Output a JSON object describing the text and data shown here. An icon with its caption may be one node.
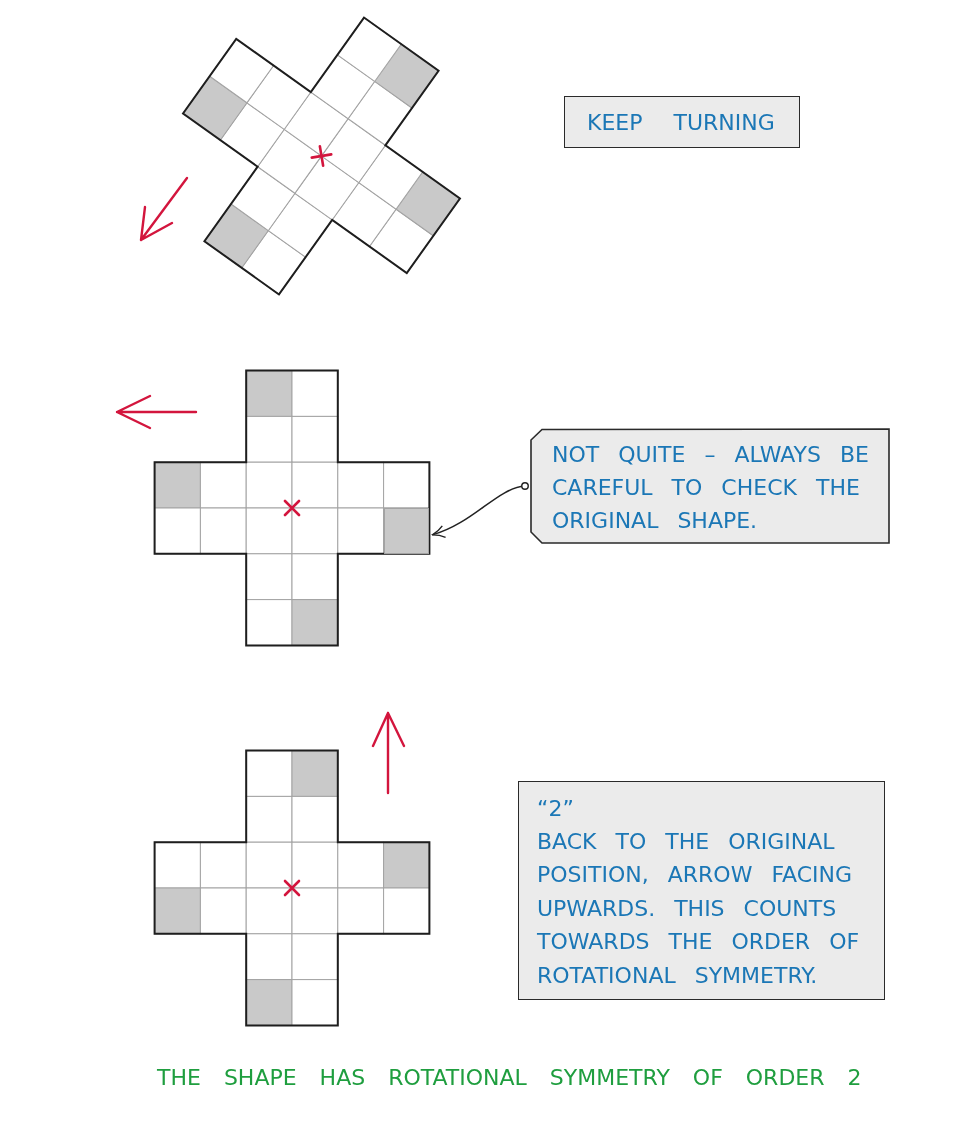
{
  "diagram": {
    "caption": "THE SHAPE HAS ROTATIONAL SYMMETRY OF ORDER 2",
    "nodes": [
      {
        "text": [
          "KEEP TURNING"
        ]
      },
      {
        "text": [
          "NOT QUITE – ALWAYS BE CAREFUL TO CHECK THE ORIGINAL SHAPE."
        ]
      },
      {
        "text": [],
        "shape": "box"
      },
      {
        "text": [
          "“2”",
          "BACK TO THE ORIGINAL POSITION, ARROW FACING UPWARDS. THIS COUNTS TOWARDS THE ORDER OF ROTATIONAL SYMMETRY."
        ]
      }
    ],
    "edges": [
      {
        "from": 1,
        "to": 2,
        "arrow": "to"
      }
    ]
  }
}
